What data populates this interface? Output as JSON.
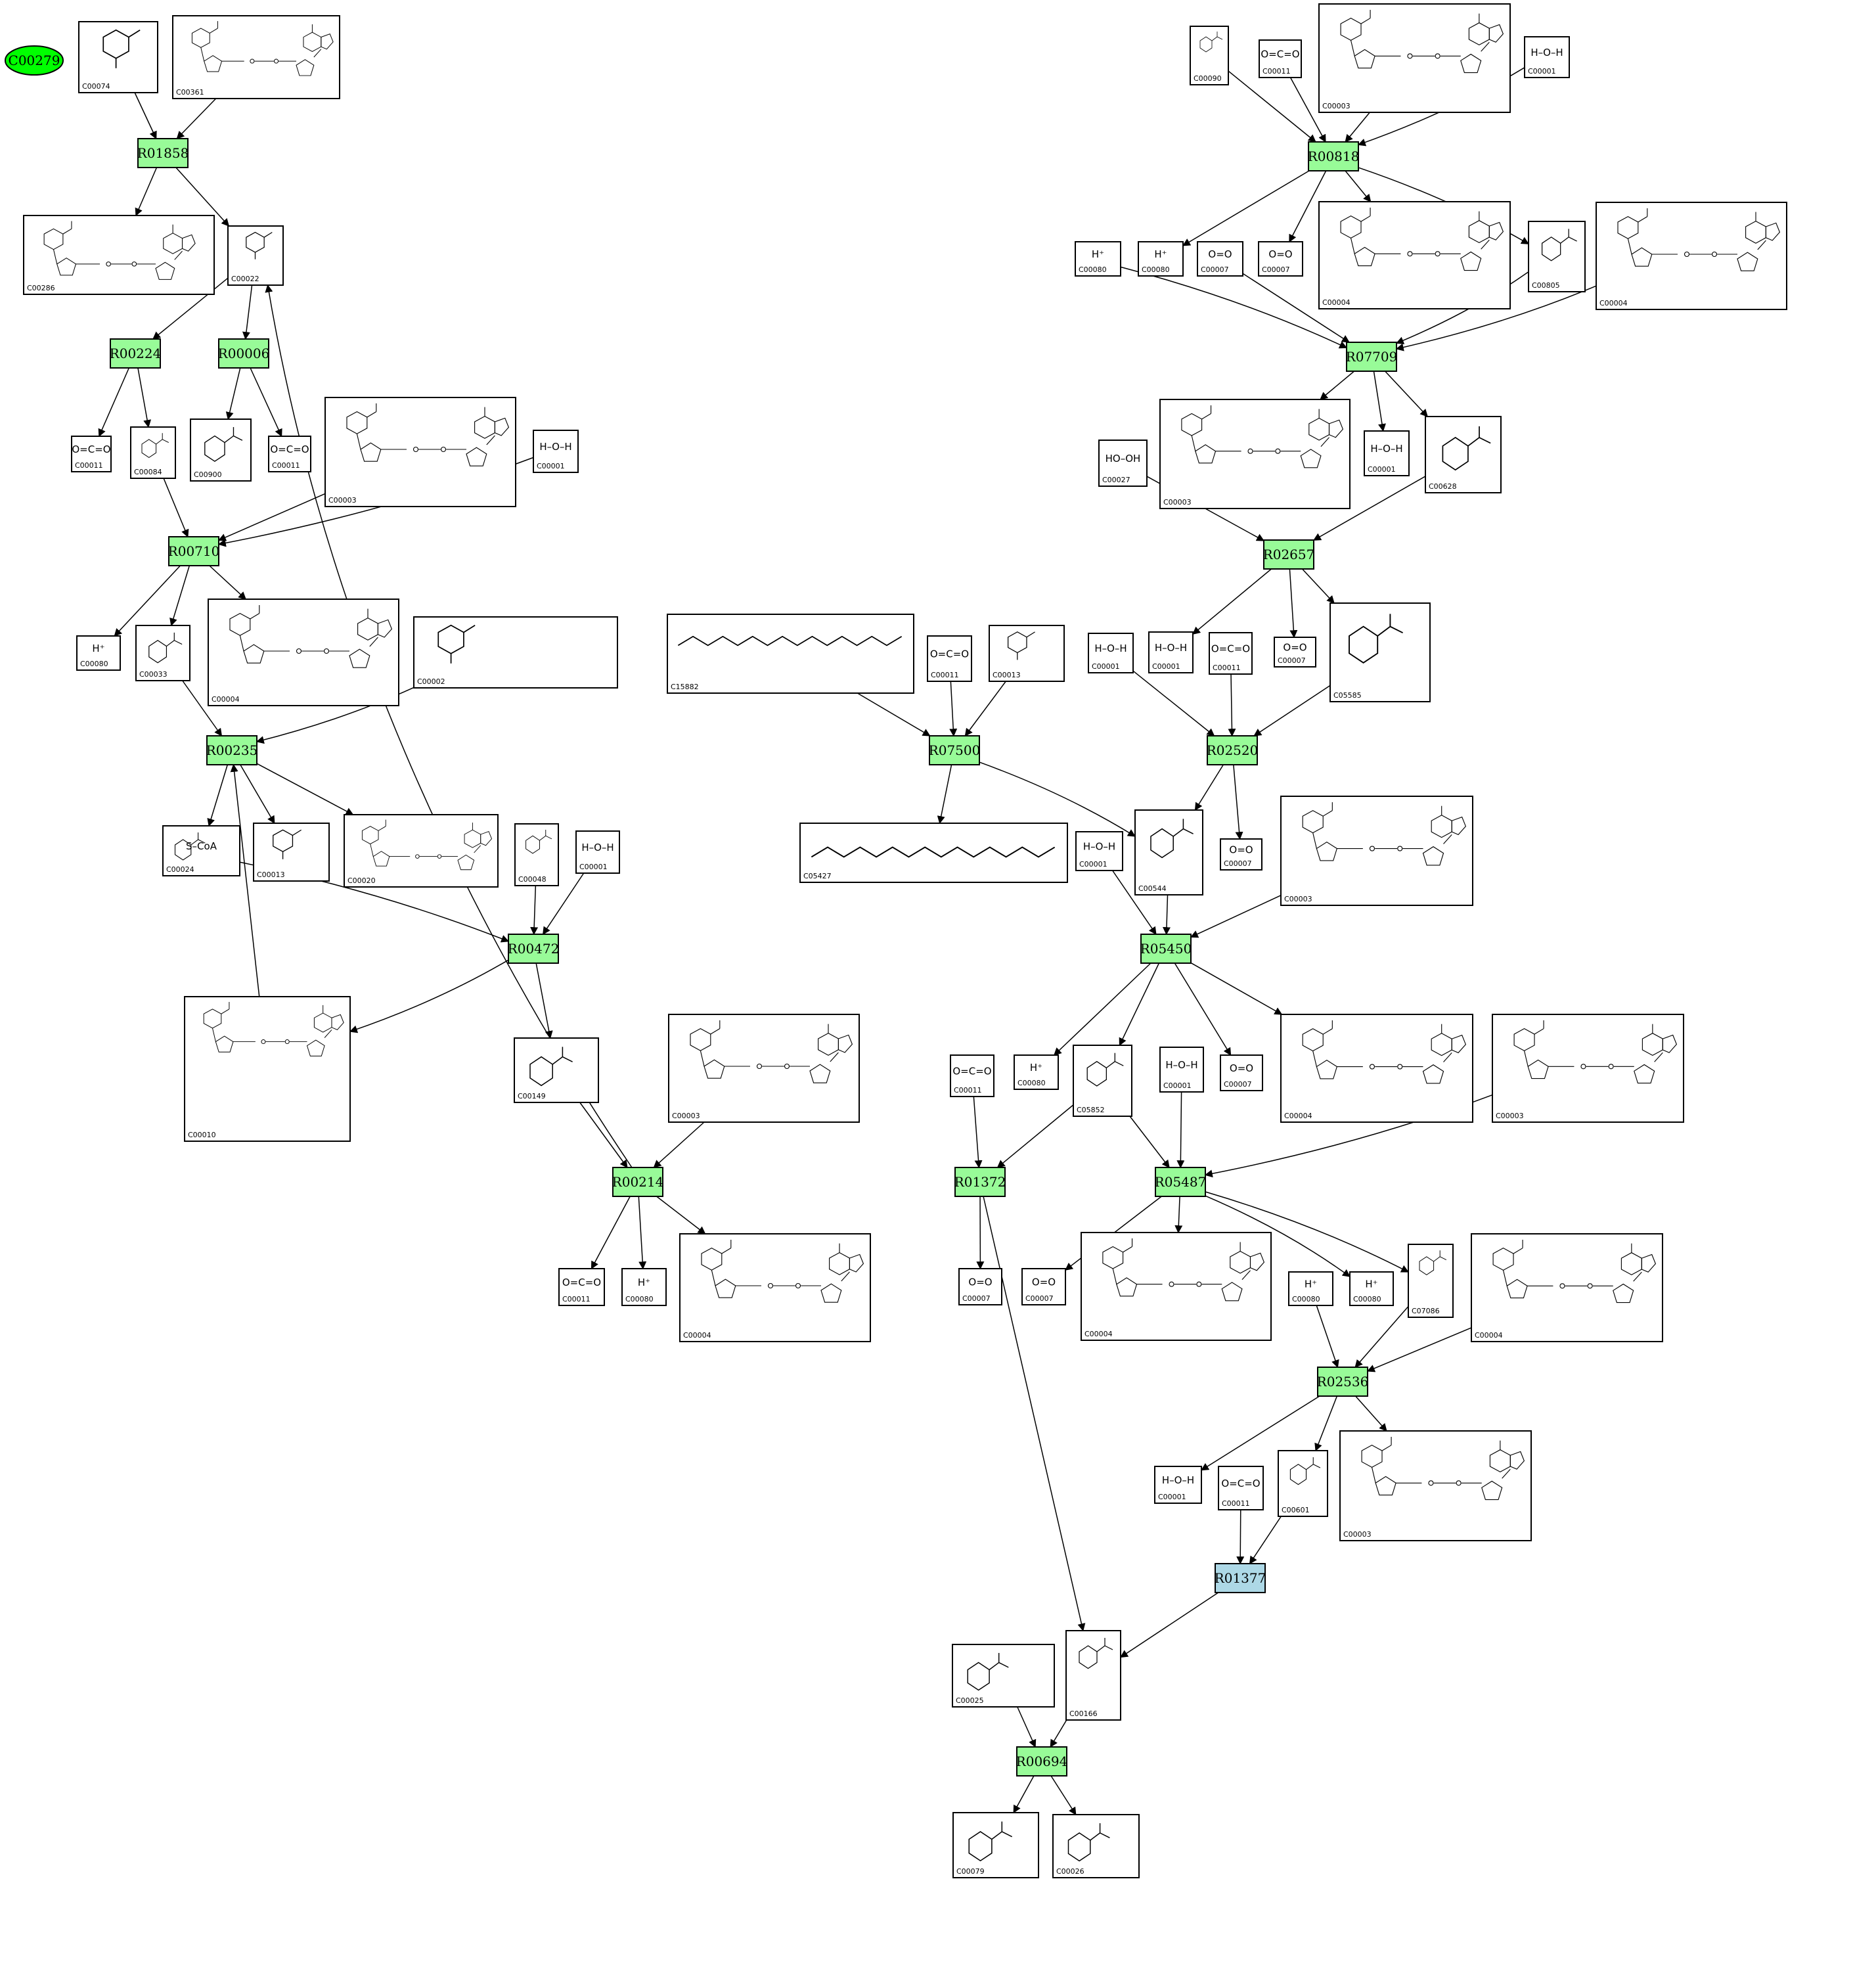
{
  "colors": {
    "reaction_fill": "#98fb98",
    "highlight_reaction_fill": "#add8e6",
    "start_compound_fill": "#00ff00",
    "border": "#000000",
    "background": "#ffffff"
  },
  "start_node": {
    "id": "C00279",
    "label": "C00279"
  },
  "reactions": [
    {
      "id": "R01858",
      "label": "R01858"
    },
    {
      "id": "R00224",
      "label": "R00224"
    },
    {
      "id": "R00006",
      "label": "R00006"
    },
    {
      "id": "R00710",
      "label": "R00710"
    },
    {
      "id": "R00235",
      "label": "R00235"
    },
    {
      "id": "R00472",
      "label": "R00472"
    },
    {
      "id": "R00214",
      "label": "R00214"
    },
    {
      "id": "R00818",
      "label": "R00818"
    },
    {
      "id": "R07709",
      "label": "R07709"
    },
    {
      "id": "R02657",
      "label": "R02657"
    },
    {
      "id": "R07500",
      "label": "R07500"
    },
    {
      "id": "R02520",
      "label": "R02520"
    },
    {
      "id": "R05450",
      "label": "R05450"
    },
    {
      "id": "R01372",
      "label": "R01372"
    },
    {
      "id": "R05487",
      "label": "R05487"
    },
    {
      "id": "R02536",
      "label": "R02536"
    },
    {
      "id": "R01377",
      "label": "R01377",
      "highlight": true
    },
    {
      "id": "R00694",
      "label": "R00694"
    }
  ],
  "compounds": [
    {
      "key": "c1",
      "id": "C00074",
      "label": "C00074",
      "formula": ""
    },
    {
      "key": "c2",
      "id": "C00361",
      "label": "C00361",
      "formula": ""
    },
    {
      "key": "c3",
      "id": "C00286",
      "label": "C00286",
      "formula": ""
    },
    {
      "key": "c4",
      "id": "C00022",
      "label": "C00022",
      "formula": ""
    },
    {
      "key": "c5",
      "id": "C00011",
      "label": "C00011",
      "formula": "O=C=O"
    },
    {
      "key": "c6",
      "id": "C00084",
      "label": "C00084",
      "formula": ""
    },
    {
      "key": "c7",
      "id": "C00900",
      "label": "C00900",
      "formula": ""
    },
    {
      "key": "c8",
      "id": "C00011",
      "label": "C00011",
      "formula": "O=C=O"
    },
    {
      "key": "c9",
      "id": "C00003",
      "label": "C00003",
      "formula": ""
    },
    {
      "key": "c10",
      "id": "C00001",
      "label": "C00001",
      "formula": "H–O–H"
    },
    {
      "key": "c11",
      "id": "C00080",
      "label": "C00080",
      "formula": "H⁺"
    },
    {
      "key": "c12",
      "id": "C00033",
      "label": "C00033",
      "formula": ""
    },
    {
      "key": "c13",
      "id": "C00004",
      "label": "C00004",
      "formula": ""
    },
    {
      "key": "c14",
      "id": "C00002",
      "label": "C00002",
      "formula": ""
    },
    {
      "key": "c15",
      "id": "C00024",
      "label": "C00024",
      "formula": "S–CoA"
    },
    {
      "key": "c16",
      "id": "C00013",
      "label": "C00013",
      "formula": ""
    },
    {
      "key": "c17",
      "id": "C00020",
      "label": "C00020",
      "formula": ""
    },
    {
      "key": "c18",
      "id": "C00048",
      "label": "C00048",
      "formula": ""
    },
    {
      "key": "c19",
      "id": "C00001",
      "label": "C00001",
      "formula": "H–O–H"
    },
    {
      "key": "c20",
      "id": "C00010",
      "label": "C00010",
      "formula": ""
    },
    {
      "key": "c21",
      "id": "C00149",
      "label": "C00149",
      "formula": ""
    },
    {
      "key": "c22",
      "id": "C00003",
      "label": "C00003",
      "formula": ""
    },
    {
      "key": "c23",
      "id": "C00011",
      "label": "C00011",
      "formula": "O=C=O"
    },
    {
      "key": "c24",
      "id": "C00080",
      "label": "C00080",
      "formula": "H⁺"
    },
    {
      "key": "c25",
      "id": "C00004",
      "label": "C00004",
      "formula": ""
    },
    {
      "key": "c26",
      "id": "C00090",
      "label": "C00090",
      "formula": ""
    },
    {
      "key": "c27",
      "id": "C00011",
      "label": "C00011",
      "formula": "O=C=O"
    },
    {
      "key": "c28",
      "id": "C00003",
      "label": "C00003",
      "formula": ""
    },
    {
      "key": "c29",
      "id": "C00001",
      "label": "C00001",
      "formula": "H–O–H"
    },
    {
      "key": "c30",
      "id": "C00080",
      "label": "C00080",
      "formula": "H⁺"
    },
    {
      "key": "c31",
      "id": "C00080",
      "label": "C00080",
      "formula": "H⁺"
    },
    {
      "key": "c32",
      "id": "C00007",
      "label": "C00007",
      "formula": "O=O"
    },
    {
      "key": "c33",
      "id": "C00007",
      "label": "C00007",
      "formula": "O=O"
    },
    {
      "key": "c34",
      "id": "C00004",
      "label": "C00004",
      "formula": ""
    },
    {
      "key": "c35",
      "id": "C00805",
      "label": "C00805",
      "formula": ""
    },
    {
      "key": "c36",
      "id": "C00004",
      "label": "C00004",
      "formula": ""
    },
    {
      "key": "c37",
      "id": "C00027",
      "label": "C00027",
      "formula": "HO–OH"
    },
    {
      "key": "c38",
      "id": "C00003",
      "label": "C00003",
      "formula": ""
    },
    {
      "key": "c39",
      "id": "C00001",
      "label": "C00001",
      "formula": "H–O–H"
    },
    {
      "key": "c40",
      "id": "C00628",
      "label": "C00628",
      "formula": ""
    },
    {
      "key": "c41",
      "id": "C15882",
      "label": "C15882",
      "formula": ""
    },
    {
      "key": "c42",
      "id": "C00011",
      "label": "C00011",
      "formula": "O=C=O"
    },
    {
      "key": "c43",
      "id": "C00013",
      "label": "C00013",
      "formula": ""
    },
    {
      "key": "c44",
      "id": "C00001",
      "label": "C00001",
      "formula": "H–O–H"
    },
    {
      "key": "c45",
      "id": "C00001",
      "label": "C00001",
      "formula": "H–O–H"
    },
    {
      "key": "c46",
      "id": "C00011",
      "label": "C00011",
      "formula": "O=C=O"
    },
    {
      "key": "c47",
      "id": "C00007",
      "label": "C00007",
      "formula": "O=O"
    },
    {
      "key": "c48",
      "id": "C05585",
      "label": "C05585",
      "formula": ""
    },
    {
      "key": "c49",
      "id": "C05427",
      "label": "C05427",
      "formula": ""
    },
    {
      "key": "c50",
      "id": "C00001",
      "label": "C00001",
      "formula": "H–O–H"
    },
    {
      "key": "c51",
      "id": "C00544",
      "label": "C00544",
      "formula": ""
    },
    {
      "key": "c52",
      "id": "C00007",
      "label": "C00007",
      "formula": "O=O"
    },
    {
      "key": "c53",
      "id": "C00003",
      "label": "C00003",
      "formula": ""
    },
    {
      "key": "c54",
      "id": "C00011",
      "label": "C00011",
      "formula": "O=C=O"
    },
    {
      "key": "c55",
      "id": "C00080",
      "label": "C00080",
      "formula": "H⁺"
    },
    {
      "key": "c56",
      "id": "C05852",
      "label": "C05852",
      "formula": ""
    },
    {
      "key": "c57",
      "id": "C00001",
      "label": "C00001",
      "formula": "H–O–H"
    },
    {
      "key": "c58",
      "id": "C00007",
      "label": "C00007",
      "formula": "O=O"
    },
    {
      "key": "c59",
      "id": "C00004",
      "label": "C00004",
      "formula": ""
    },
    {
      "key": "c60",
      "id": "C00003",
      "label": "C00003",
      "formula": ""
    },
    {
      "key": "c61",
      "id": "C00007",
      "label": "C00007",
      "formula": "O=O"
    },
    {
      "key": "c62",
      "id": "C00007",
      "label": "C00007",
      "formula": "O=O"
    },
    {
      "key": "c63",
      "id": "C00004",
      "label": "C00004",
      "formula": ""
    },
    {
      "key": "c64",
      "id": "C00080",
      "label": "C00080",
      "formula": "H⁺"
    },
    {
      "key": "c65",
      "id": "C00080",
      "label": "C00080",
      "formula": "H⁺"
    },
    {
      "key": "c66",
      "id": "C07086",
      "label": "C07086",
      "formula": ""
    },
    {
      "key": "c67",
      "id": "C00004",
      "label": "C00004",
      "formula": ""
    },
    {
      "key": "c68",
      "id": "C00001",
      "label": "C00001",
      "formula": "H–O–H"
    },
    {
      "key": "c69",
      "id": "C00011",
      "label": "C00011",
      "formula": "O=C=O"
    },
    {
      "key": "c70",
      "id": "C00601",
      "label": "C00601",
      "formula": ""
    },
    {
      "key": "c71",
      "id": "C00003",
      "label": "C00003",
      "formula": ""
    },
    {
      "key": "c72",
      "id": "C00025",
      "label": "C00025",
      "formula": ""
    },
    {
      "key": "c73",
      "id": "C00166",
      "label": "C00166",
      "formula": ""
    },
    {
      "key": "c74",
      "id": "C00079",
      "label": "C00079",
      "formula": ""
    },
    {
      "key": "c75",
      "id": "C00026",
      "label": "C00026",
      "formula": ""
    }
  ],
  "edges": [
    [
      "c1",
      "R01858"
    ],
    [
      "c2",
      "R01858"
    ],
    [
      "R01858",
      "c3"
    ],
    [
      "R01858",
      "c4"
    ],
    [
      "c4",
      "R00224"
    ],
    [
      "c4",
      "R00006"
    ],
    [
      "R00224",
      "c5"
    ],
    [
      "R00224",
      "c6"
    ],
    [
      "R00006",
      "c7"
    ],
    [
      "R00006",
      "c8"
    ],
    [
      "c6",
      "R00710"
    ],
    [
      "c9",
      "R00710"
    ],
    [
      "c10",
      "R00710"
    ],
    [
      "R00710",
      "c11"
    ],
    [
      "R00710",
      "c12"
    ],
    [
      "R00710",
      "c13"
    ],
    [
      "c12",
      "R00235"
    ],
    [
      "c14",
      "R00235"
    ],
    [
      "R00235",
      "c15"
    ],
    [
      "R00235",
      "c16"
    ],
    [
      "R00235",
      "c17"
    ],
    [
      "c15",
      "R00472"
    ],
    [
      "c18",
      "R00472"
    ],
    [
      "c19",
      "R00472"
    ],
    [
      "R00472",
      "c20"
    ],
    [
      "c20",
      "R00235"
    ],
    [
      "R00472",
      "c21"
    ],
    [
      "c21",
      "R00214"
    ],
    [
      "c22",
      "R00214"
    ],
    [
      "R00214",
      "c4"
    ],
    [
      "R00214",
      "c23"
    ],
    [
      "R00214",
      "c24"
    ],
    [
      "R00214",
      "c25"
    ],
    [
      "c26",
      "R00818"
    ],
    [
      "c27",
      "R00818"
    ],
    [
      "c28",
      "R00818"
    ],
    [
      "c29",
      "R00818"
    ],
    [
      "R00818",
      "c31"
    ],
    [
      "R00818",
      "c33"
    ],
    [
      "R00818",
      "c34"
    ],
    [
      "R00818",
      "c35"
    ],
    [
      "c30",
      "R07709"
    ],
    [
      "c32",
      "R07709"
    ],
    [
      "c35",
      "R07709"
    ],
    [
      "c36",
      "R07709"
    ],
    [
      "R07709",
      "c38"
    ],
    [
      "R07709",
      "c39"
    ],
    [
      "R07709",
      "c40"
    ],
    [
      "c37",
      "R02657"
    ],
    [
      "c40",
      "R02657"
    ],
    [
      "R02657",
      "c45"
    ],
    [
      "R02657",
      "c47"
    ],
    [
      "R02657",
      "c48"
    ],
    [
      "c41",
      "R07500"
    ],
    [
      "c42",
      "R07500"
    ],
    [
      "c43",
      "R07500"
    ],
    [
      "R07500",
      "c49"
    ],
    [
      "R07500",
      "c51"
    ],
    [
      "c44",
      "R02520"
    ],
    [
      "c46",
      "R02520"
    ],
    [
      "c48",
      "R02520"
    ],
    [
      "R02520",
      "c51"
    ],
    [
      "R02520",
      "c52"
    ],
    [
      "c50",
      "R05450"
    ],
    [
      "c51",
      "R05450"
    ],
    [
      "c53",
      "R05450"
    ],
    [
      "R05450",
      "c55"
    ],
    [
      "R05450",
      "c56"
    ],
    [
      "R05450",
      "c58"
    ],
    [
      "R05450",
      "c59"
    ],
    [
      "c54",
      "R01372"
    ],
    [
      "c56",
      "R01372"
    ],
    [
      "R01372",
      "c61"
    ],
    [
      "R01372",
      "c73"
    ],
    [
      "c56",
      "R05487"
    ],
    [
      "c57",
      "R05487"
    ],
    [
      "c60",
      "R05487"
    ],
    [
      "R05487",
      "c62"
    ],
    [
      "R05487",
      "c63"
    ],
    [
      "R05487",
      "c65"
    ],
    [
      "R05487",
      "c66"
    ],
    [
      "c64",
      "R02536"
    ],
    [
      "c66",
      "R02536"
    ],
    [
      "c67",
      "R02536"
    ],
    [
      "R02536",
      "c68"
    ],
    [
      "R02536",
      "c70"
    ],
    [
      "R02536",
      "c71"
    ],
    [
      "c69",
      "R01377"
    ],
    [
      "c70",
      "R01377"
    ],
    [
      "R01377",
      "c73"
    ],
    [
      "c72",
      "R00694"
    ],
    [
      "c73",
      "R00694"
    ],
    [
      "R00694",
      "c74"
    ],
    [
      "R00694",
      "c75"
    ]
  ]
}
